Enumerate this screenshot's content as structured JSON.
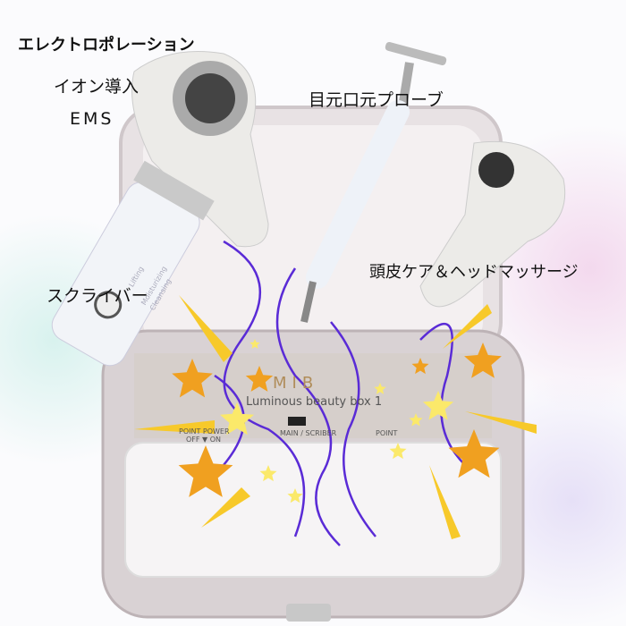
{
  "labels": {
    "electroporation": "エレクトロポレーション",
    "ion": "イオン導入",
    "ems": "EMS",
    "eye_probe": "目元口元プローブ",
    "scalp": "頭皮ケア＆ヘッドマッサージ",
    "scrubber": "スクライバー"
  },
  "box": {
    "brand": "MIB",
    "model": "Luminous beauty box 1",
    "point_power": "POINT POWER",
    "off_on": "OFF ▼ ON",
    "main_scriber": "MAIN / SCRIBER",
    "point": "POINT",
    "scrubber_modes": [
      "Lifting",
      "Moisturizing",
      "Cleansing"
    ]
  },
  "colors": {
    "star_orange": "#f0a020",
    "star_yellow": "#fbe96a",
    "squiggle": "#5a2bd6",
    "case": "#ece6e8"
  }
}
